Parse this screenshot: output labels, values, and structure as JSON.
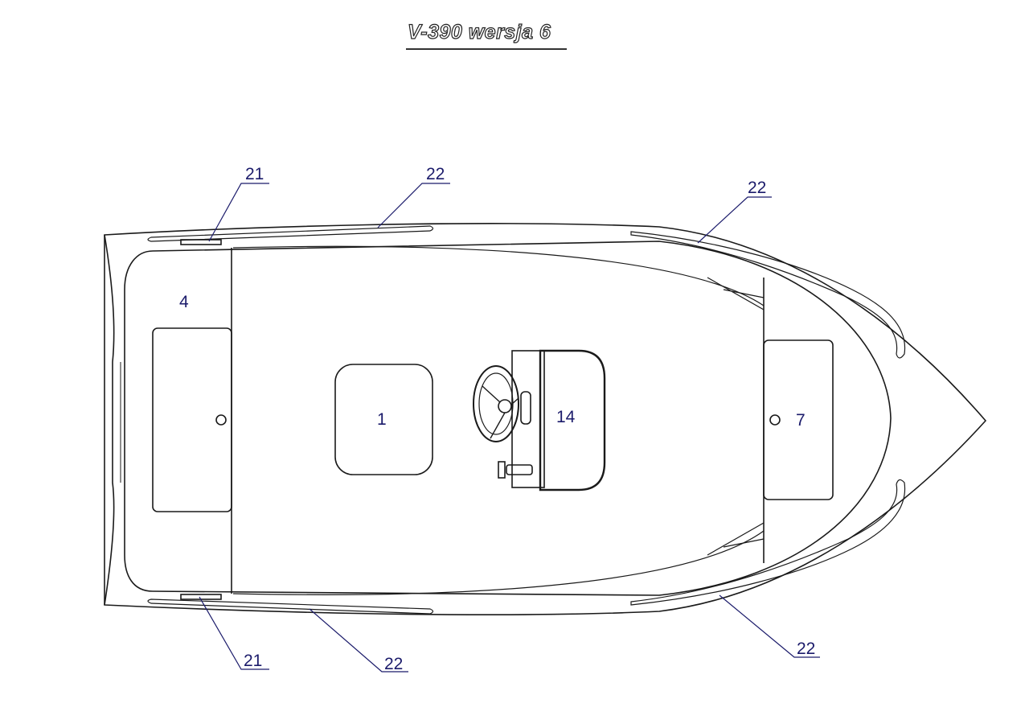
{
  "title": "V-390 wersja 6",
  "colors": {
    "line": "#1a1a1a",
    "label": "#1b1b6b",
    "background": "#ffffff"
  },
  "compartments": [
    {
      "id": "4",
      "label": "4",
      "desc": "stern seat"
    },
    {
      "id": "1",
      "label": "1",
      "desc": "center hatch"
    },
    {
      "id": "14",
      "label": "14",
      "desc": "steering console"
    },
    {
      "id": "7",
      "label": "7",
      "desc": "bow seat"
    }
  ],
  "callouts": [
    {
      "label": "21",
      "position": "top-left"
    },
    {
      "label": "22",
      "position": "top-center"
    },
    {
      "label": "22",
      "position": "top-right"
    },
    {
      "label": "21",
      "position": "bottom-left"
    },
    {
      "label": "22",
      "position": "bottom-center"
    },
    {
      "label": "22",
      "position": "bottom-right"
    }
  ]
}
